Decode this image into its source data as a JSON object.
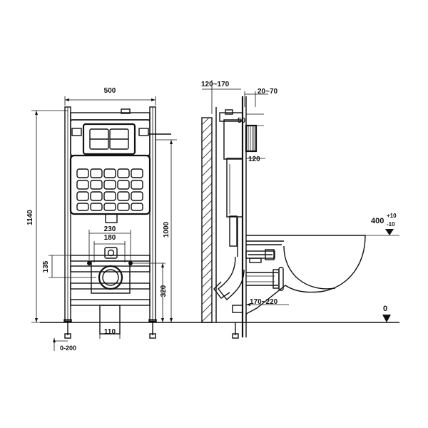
{
  "labels": {
    "width_500": "500",
    "height_1140": "1140",
    "height_1000": "1000",
    "dim_230": "230",
    "dim_180": "180",
    "dim_135": "135",
    "dim_320": "320",
    "dim_110": "110",
    "foot_adjust": "0-200",
    "wall_gap": "120~170",
    "button_depth": "20~70",
    "dim_50": "50",
    "dim_120": "120",
    "seat_height": "400",
    "seat_tol_plus": "+10",
    "seat_tol_minus": "-10",
    "bowl_projection": "170~220",
    "floor_level": "0"
  },
  "colors": {
    "line": "#111111",
    "background": "#ffffff"
  }
}
